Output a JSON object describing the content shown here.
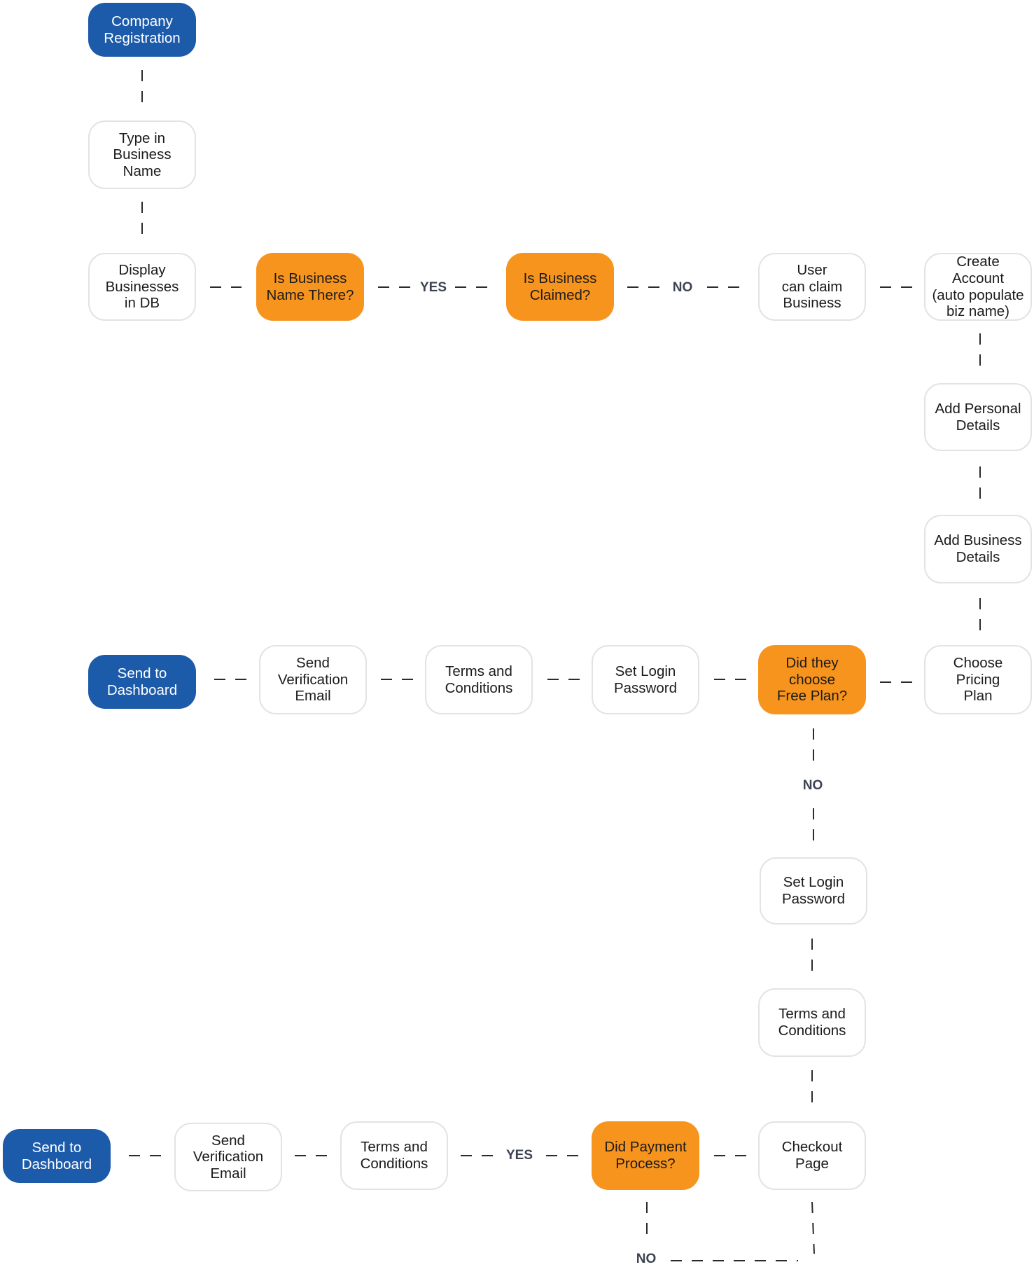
{
  "colors": {
    "terminal": "#1c5aaa",
    "decision": "#f7941d",
    "process_border": "#e3e3e3",
    "connector": "#2b2b2b"
  },
  "nodes": {
    "company_registration": "Company\nRegistration",
    "type_business_name": "Type in\nBusiness\nName",
    "display_businesses": "Display\nBusinesses\nin DB",
    "is_business_name_there": "Is Business\nName There?",
    "is_business_claimed": "Is Business\nClaimed?",
    "user_can_claim": "User\ncan claim\nBusiness",
    "create_account": "Create Account\n(auto populate\nbiz name)",
    "add_personal_details": "Add Personal\nDetails",
    "add_business_details": "Add Business\nDetails",
    "choose_pricing_plan": "Choose\nPricing\nPlan",
    "did_choose_free_plan": "Did they\nchoose\nFree Plan?",
    "set_login_password_1": "Set Login\nPassword",
    "terms_conditions_1": "Terms and\nConditions",
    "send_verification_email_1": "Send\nVerification\nEmail",
    "send_to_dashboard_1": "Send to\nDashboard",
    "set_login_password_2": "Set Login\nPassword",
    "terms_conditions_2": "Terms and\nConditions",
    "checkout_page": "Checkout\nPage",
    "did_payment_process": "Did Payment\nProcess?",
    "terms_conditions_3": "Terms and\nConditions",
    "send_verification_email_2": "Send\nVerification\nEmail",
    "send_to_dashboard_2": "Send to\nDashboard"
  },
  "labels": {
    "yes_name_there": "YES",
    "no_claimed": "NO",
    "no_free_plan": "NO",
    "yes_payment": "YES",
    "no_payment": "NO"
  }
}
